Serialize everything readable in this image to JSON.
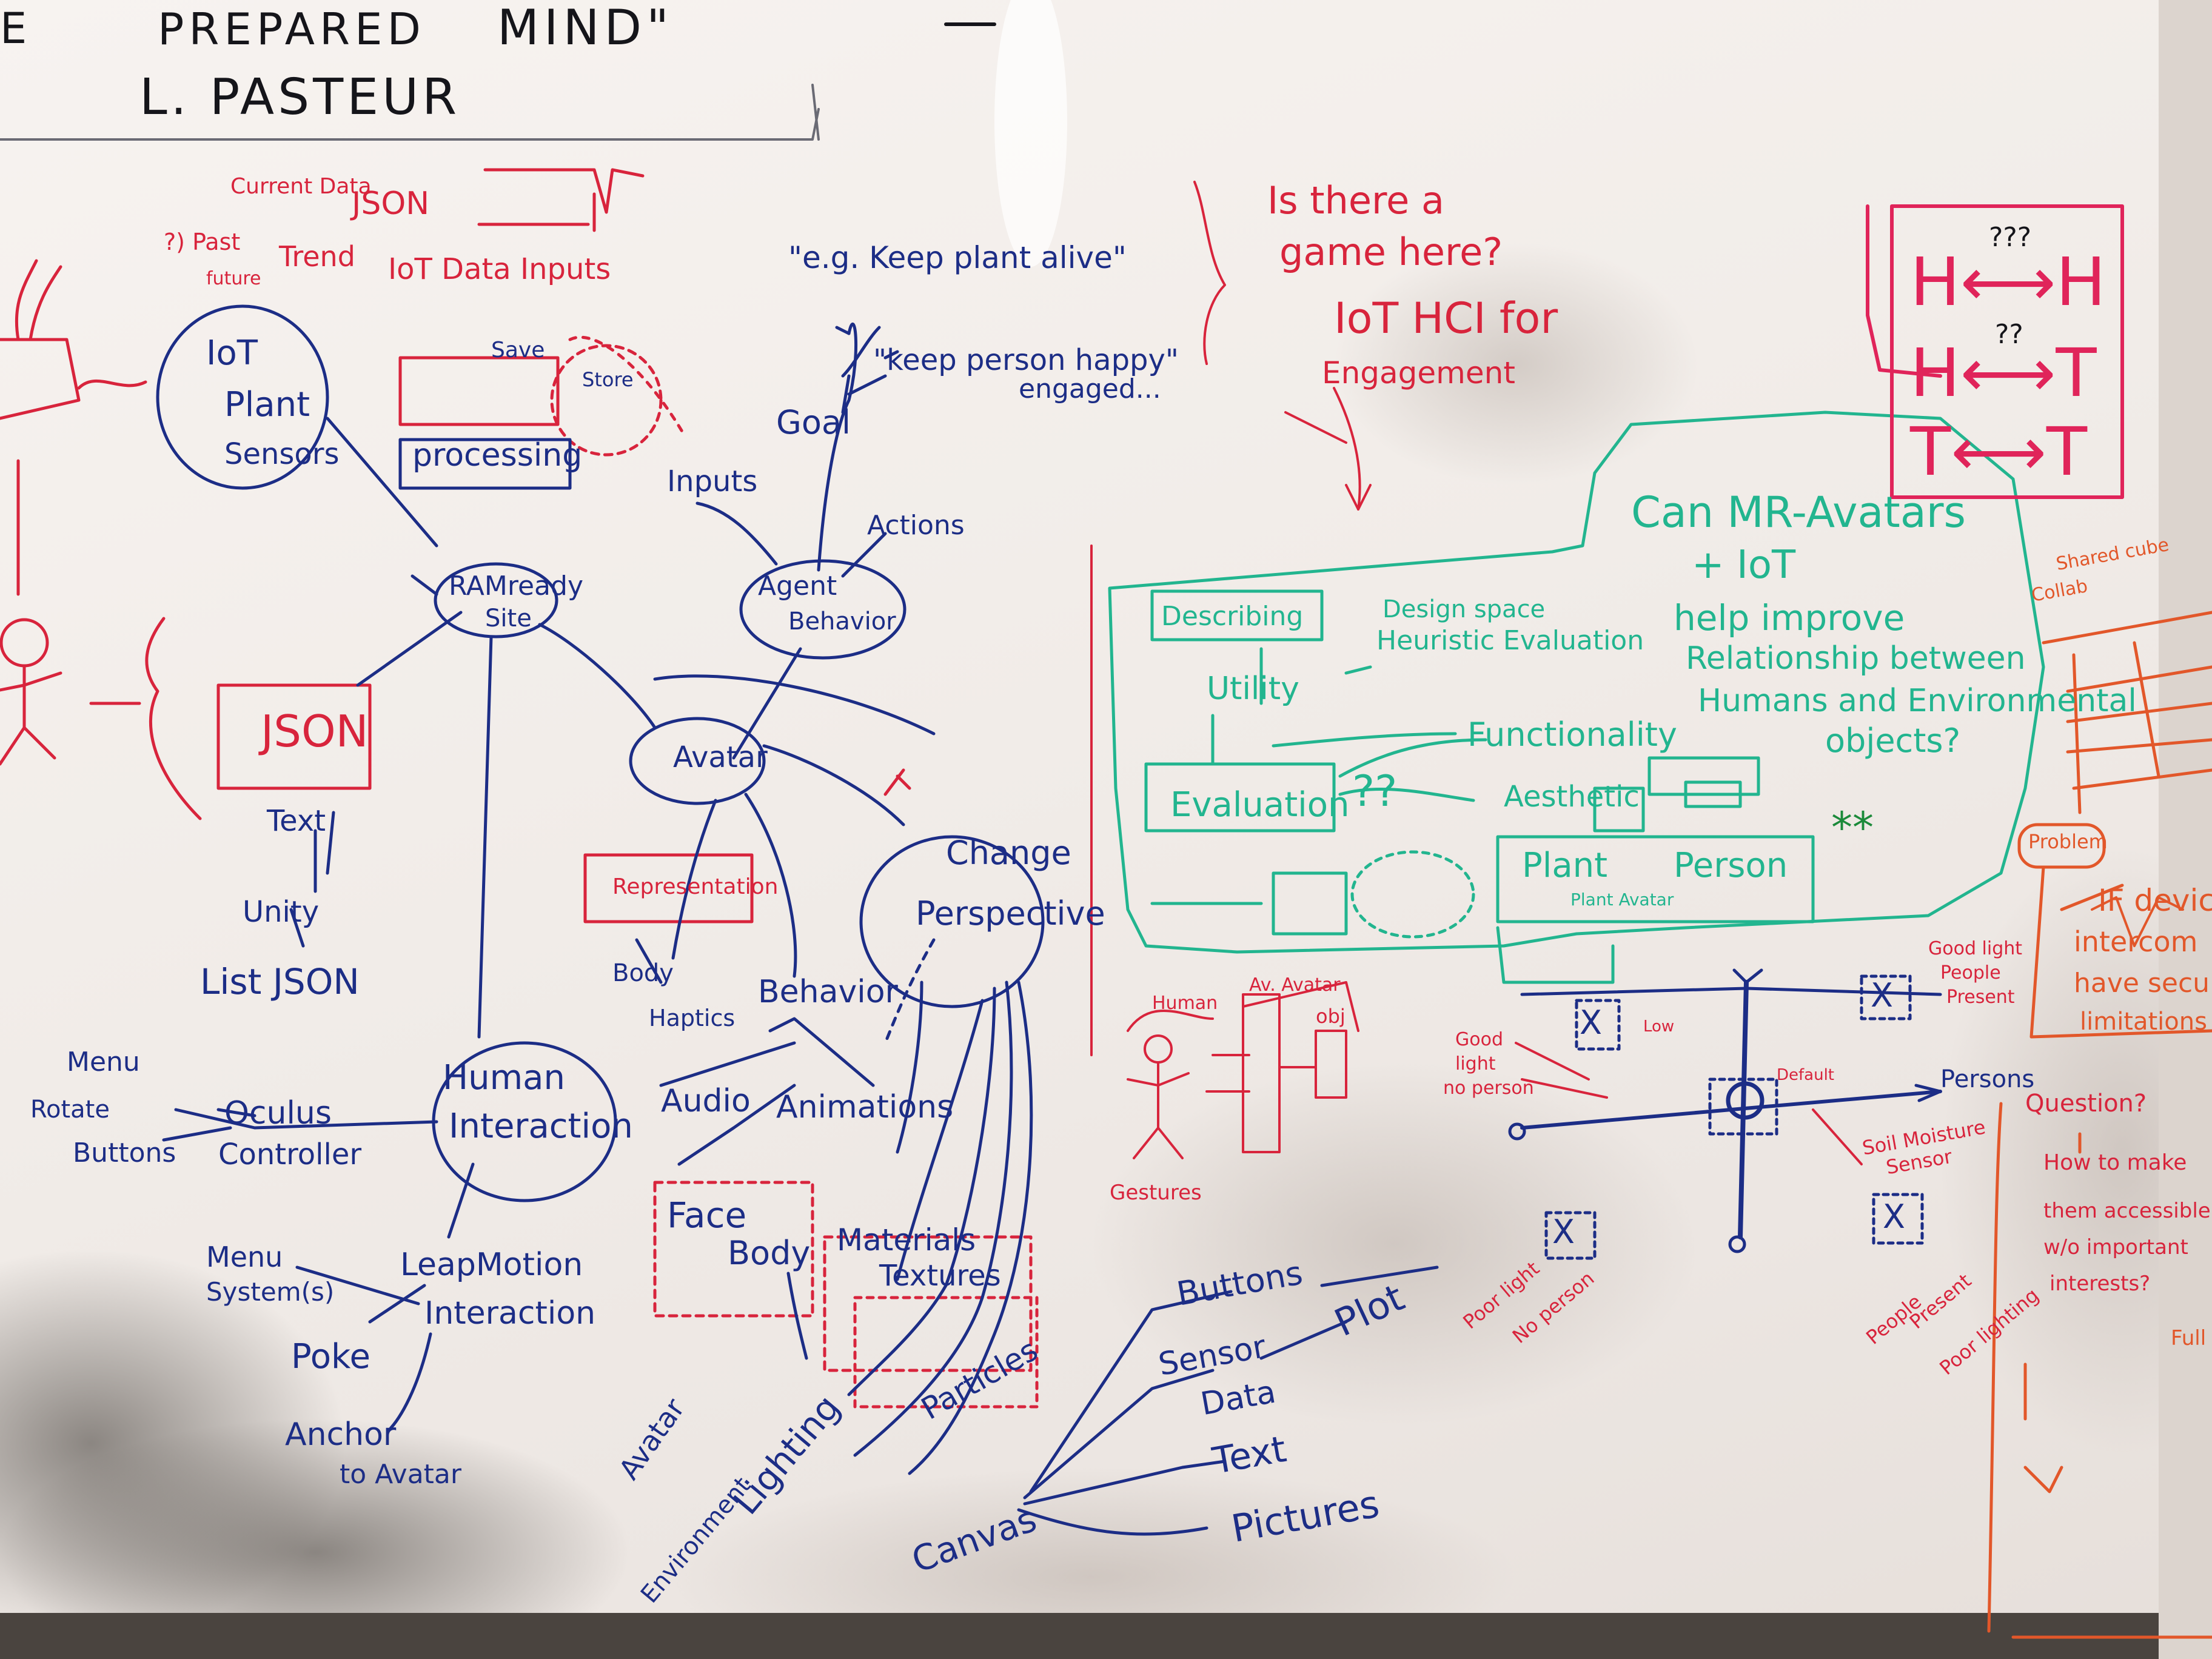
{
  "quote": {
    "line1": "\"CHANCE FAVORS THE PREPARED MIND\"",
    "prefix": "E",
    "word1": "PREPARED",
    "word2": "MIND\"",
    "author": "L. PASTEUR"
  },
  "left": {
    "current_data": "Current Data",
    "json_top": "JSON",
    "past": "?) Past",
    "future": "future",
    "trend": "Trend",
    "iot_data_inputs": "IoT Data Inputs",
    "iot_plant_sensors": [
      "IoT",
      "Plant",
      "Sensors"
    ],
    "save": "Save",
    "processing": "processing",
    "store": "Store",
    "json_box": "JSON",
    "text": "Text",
    "unity": "Unity",
    "list_json": "List JSON",
    "ram_ready": [
      "RAMready",
      "Site"
    ],
    "inputs": "Inputs",
    "goal": "Goal",
    "eg_keep_plant": "\"e.g. Keep plant alive\"",
    "keep_person": "\"keep person happy\"",
    "engaged": "engaged...",
    "actions": "Actions",
    "agent_behavior": [
      "Agent",
      "Behavior"
    ],
    "avatar": "Avatar",
    "representation": "Representation",
    "body": "Body",
    "haptics": "Haptics",
    "behavior": "Behavior",
    "audio": "Audio",
    "animations": "Animations",
    "face": "Face",
    "body2": "Body",
    "materials": "Materials",
    "textures": "Textures",
    "change_perspective": [
      "Change",
      "Perspective"
    ],
    "human_interaction": [
      "Human",
      "Interaction"
    ],
    "menu": "Menu",
    "rotate": "Rotate",
    "buttons": "Buttons",
    "oculus_controller": [
      "Oculus",
      "Controller"
    ],
    "menu_systems": [
      "Menu",
      "System(s)"
    ],
    "leap_motion": [
      "LeapMotion",
      "Interaction"
    ],
    "poke": "Poke",
    "anchor": [
      "Anchor",
      "to Avatar"
    ],
    "avatar_lighting": "Avatar",
    "lighting": "Lighting",
    "environment": "Environment",
    "particles": "Particles",
    "canvas": "Canvas",
    "buttons2": "Buttons",
    "sensor_data": [
      "Sensor",
      "Data"
    ],
    "plot": "Plot",
    "text2": "Text",
    "pictures": "Pictures"
  },
  "middle": {
    "is_there_game": [
      "Is there a",
      "game here?"
    ],
    "iot_hci": "IoT HCI for",
    "engagement": "Engagement"
  },
  "teal": {
    "title": [
      "Can MR-Avatars",
      "+ IoT",
      "help improve",
      "Relationship between",
      "Humans and Environmental",
      "objects?"
    ],
    "describing": "Describing",
    "design_space": "Design space",
    "heuristic_evaluation": "Heuristic Evaluation",
    "utility": "Utility",
    "functionality": "Functionality",
    "evaluation": "Evaluation",
    "qq": "??",
    "aesthetic": "Aesthetic",
    "plant": "Plant",
    "person": "Person",
    "stars": "**",
    "plant_avatar": "Plant Avatar"
  },
  "hh": {
    "row1": "H⟷H",
    "row2": "H⟷T",
    "row3": "T⟷T",
    "q1": "???",
    "q2": "??"
  },
  "red_figure": {
    "human": "Human",
    "avatar": "Av. Avatar",
    "obj": "obj",
    "gestures": "Gestures"
  },
  "quadrant": {
    "good_light_no_person": [
      "Good",
      "light",
      "no person"
    ],
    "good_light_people_present": [
      "Good light",
      "People",
      "Present"
    ],
    "low": "Low",
    "default": "Default",
    "persons": "Persons",
    "soil_moisture": [
      "Soil Moisture",
      "Sensor"
    ],
    "poor_light_no_person": [
      "Poor light",
      "No person"
    ],
    "people_present_poor_lighting": [
      "People",
      "Present",
      "Poor lighting"
    ]
  },
  "right": {
    "shared_cube": [
      "Shared cube",
      "Collab"
    ],
    "problem": "Problem",
    "if_devices": [
      "IF devices",
      "intercom",
      "have secu",
      "limitations"
    ],
    "question": "Question?",
    "how_to_make": [
      "How to make",
      "them accessible",
      "w/o important",
      "interests?"
    ],
    "full": "Full"
  }
}
